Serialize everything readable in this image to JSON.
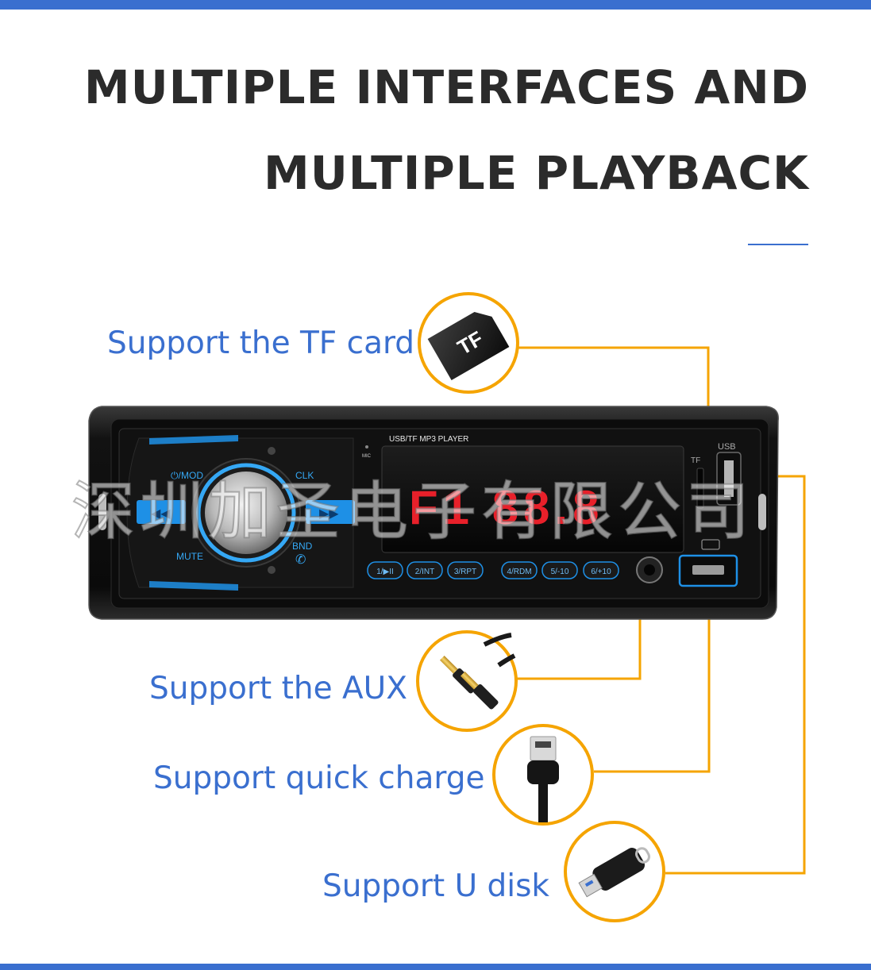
{
  "heading": {
    "line1": "MULTIPLE INTERFACES AND",
    "line2": "MULTIPLE PLAYBACK"
  },
  "callouts": {
    "tf_card": "Support the TF card",
    "aux": "Support the AUX",
    "quick_charge": "Support quick charge",
    "u_disk": "Support U disk"
  },
  "device": {
    "model_label": "USB/TF  MP3  PLAYER",
    "mic_label": "MIC",
    "usb_label": "USB",
    "tf_label": "TF",
    "display_readout": "F1 88.8",
    "knob_labels": {
      "mode": "MOD",
      "clock": "CLK",
      "mute": "MUTE",
      "band": "BND"
    },
    "preset_buttons": [
      "1/▶II",
      "2/INT",
      "3/RPT",
      "4/RDM",
      "5/-10",
      "6/+10"
    ]
  },
  "icons": {
    "tf_card_badge": "TF"
  },
  "watermark": "深圳加圣电子有限公司",
  "colors": {
    "accent_blue": "#3a6fcf",
    "connector_orange": "#f5a400",
    "display_red": "#e8202a",
    "button_glow": "#1e90e6"
  }
}
